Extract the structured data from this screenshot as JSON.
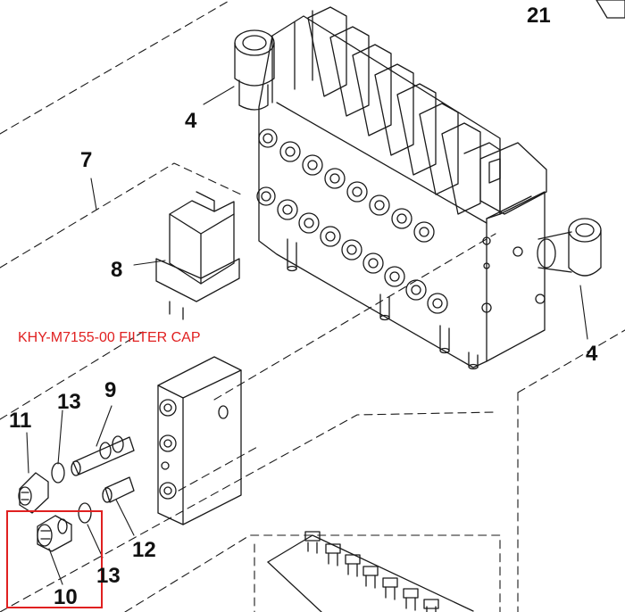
{
  "caption": {
    "text": "KHY-M7155-00 FILTER CAP",
    "color": "#e02020"
  },
  "highlight_color": "#e02020",
  "callouts": {
    "c21": "21",
    "c4_top": "4",
    "c4_right": "4",
    "c7": "7",
    "c8": "8",
    "c9": "9",
    "c11": "11",
    "c13_upper": "13",
    "c12": "12",
    "c13_lower": "13",
    "c10": "10"
  }
}
